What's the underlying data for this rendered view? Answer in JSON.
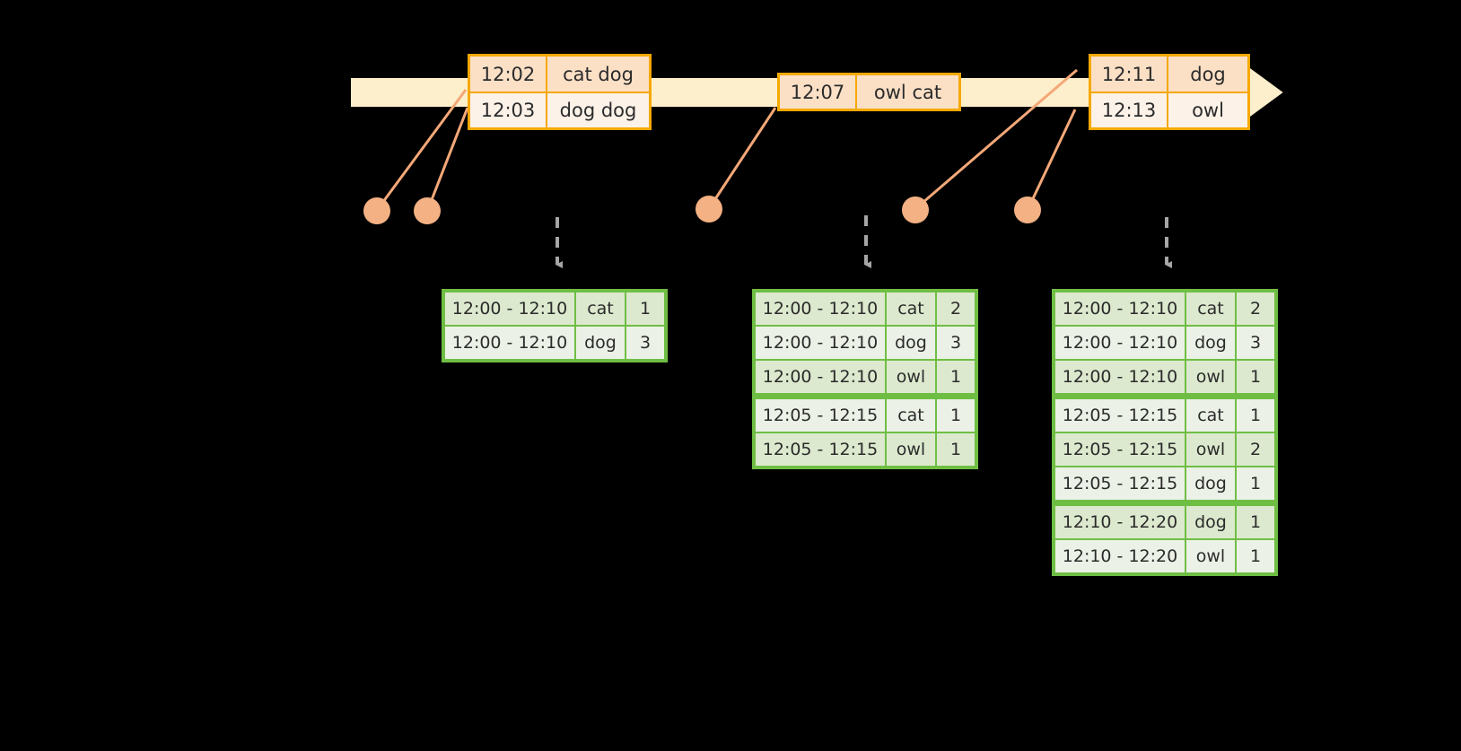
{
  "colors": {
    "background": "#000000",
    "timeline_fill": "#FDEFCB",
    "timeline_stroke": "#F5A800",
    "event_box_border": "#F5A800",
    "event_row_top_fill": "#FBE0C6",
    "event_row_bottom_fill": "#FDF2E8",
    "dot_fill": "#F4B183",
    "connector_line": "#F4A878",
    "table_border": "#6FBE44",
    "table_row_even": "#DCE9CE",
    "table_row_odd": "#EBF1E6",
    "arrow_gray": "#A6A6A6",
    "text": "#2b2b2b"
  },
  "timeline": {
    "name": "event-stream-timeline",
    "events": [
      {
        "id": "event-group-1",
        "rows": [
          {
            "time": "12:02",
            "value": "cat dog"
          },
          {
            "time": "12:03",
            "value": "dog dog"
          }
        ]
      },
      {
        "id": "event-group-2",
        "rows": [
          {
            "time": "12:07",
            "value": "owl cat"
          }
        ]
      },
      {
        "id": "event-group-3",
        "rows": [
          {
            "time": "12:11",
            "value": "dog"
          },
          {
            "time": "12:13",
            "value": "owl"
          }
        ]
      }
    ]
  },
  "dots": [
    {
      "id": "watermark-dot-1"
    },
    {
      "id": "watermark-dot-2"
    },
    {
      "id": "watermark-dot-3"
    },
    {
      "id": "watermark-dot-4"
    },
    {
      "id": "watermark-dot-5"
    }
  ],
  "tables": [
    {
      "id": "result-table-1",
      "rows": [
        {
          "window": "12:00 - 12:10",
          "key": "cat",
          "count": "1",
          "group": 0
        },
        {
          "window": "12:00 - 12:10",
          "key": "dog",
          "count": "3",
          "group": 0
        }
      ]
    },
    {
      "id": "result-table-2",
      "rows": [
        {
          "window": "12:00 - 12:10",
          "key": "cat",
          "count": "2",
          "group": 0
        },
        {
          "window": "12:00 - 12:10",
          "key": "dog",
          "count": "3",
          "group": 0
        },
        {
          "window": "12:00 - 12:10",
          "key": "owl",
          "count": "1",
          "group": 0
        },
        {
          "window": "12:05 - 12:15",
          "key": "cat",
          "count": "1",
          "group": 1
        },
        {
          "window": "12:05 - 12:15",
          "key": "owl",
          "count": "1",
          "group": 1
        }
      ]
    },
    {
      "id": "result-table-3",
      "rows": [
        {
          "window": "12:00 - 12:10",
          "key": "cat",
          "count": "2",
          "group": 0
        },
        {
          "window": "12:00 - 12:10",
          "key": "dog",
          "count": "3",
          "group": 0
        },
        {
          "window": "12:00 - 12:10",
          "key": "owl",
          "count": "1",
          "group": 0
        },
        {
          "window": "12:05 - 12:15",
          "key": "cat",
          "count": "1",
          "group": 1
        },
        {
          "window": "12:05 - 12:15",
          "key": "owl",
          "count": "2",
          "group": 1
        },
        {
          "window": "12:05 - 12:15",
          "key": "dog",
          "count": "1",
          "group": 1
        },
        {
          "window": "12:10 - 12:20",
          "key": "dog",
          "count": "1",
          "group": 2
        },
        {
          "window": "12:10 - 12:20",
          "key": "owl",
          "count": "1",
          "group": 2
        }
      ]
    }
  ]
}
